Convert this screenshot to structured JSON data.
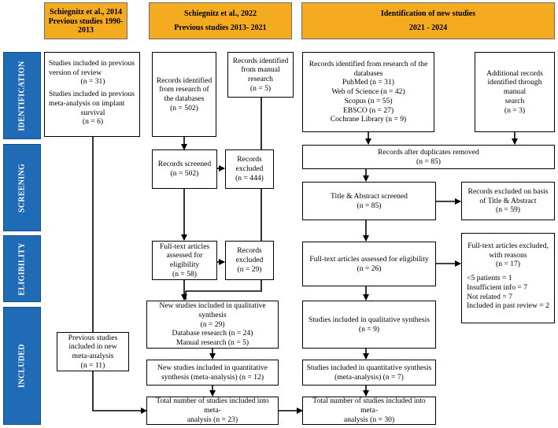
{
  "columns": {
    "col1": {
      "line1": "Schiegnitz et al., 2014",
      "line2": "Previous studies 1990- 2013"
    },
    "col2": {
      "line1": "Schiegnitz et al., 2022",
      "line2": "Previous studies 2013- 2021"
    },
    "col3": {
      "line1": "Identification of new studies",
      "line2": "2021 - 2024"
    }
  },
  "stages": {
    "identification": "IDENTIFICATION",
    "screening": "SCREENING",
    "eligibility": "ELIGIBILITY",
    "included": "INCLUDED"
  },
  "boxes": {
    "previous_review": {
      "a1": "Studies included in previous",
      "a2": "version of review",
      "a3": "(n = 31)",
      "b1": "Studies included in previous",
      "b2": "meta-analysis on implant",
      "b3": "survival",
      "b4": "(n = 6)"
    },
    "db_research_2022": [
      "Records identified",
      "from research of",
      "the databases",
      "(n = 502)"
    ],
    "manual_research_2022": [
      "Records identified",
      "from manual",
      "research",
      "(n = 5)"
    ],
    "screened_2022": [
      "Records screened",
      "(n = 502)"
    ],
    "excluded_2022": [
      "Records",
      "excluded",
      "(n = 444)"
    ],
    "fulltext_2022": [
      "Full-text articles",
      "assessed for",
      "eligibility",
      "(n = 58)"
    ],
    "excluded_ft_2022": [
      "Records",
      "excluded",
      "(n = 29)"
    ],
    "previous_included_2014": [
      "Previous studies",
      "included in new",
      "meta-analysis",
      "(n = 11)"
    ],
    "qualitative_2022": [
      "New studies included in qualitative synthesis",
      "(n = 29)",
      "Database research (n = 24)",
      "Manual research (n = 5)"
    ],
    "quantitative_2022": [
      "New studies included in quantitative",
      "synthesis (meta-analysis) (n = 12)"
    ],
    "total_2022": [
      "Total number of studies included into meta-",
      "analysis (n = 23)"
    ],
    "db_research_new": [
      "Records identified from research of the databases",
      "PubMed (n = 31)",
      "Web of Science (n = 42)",
      "Scopus (n = 55)",
      "EBSCO (n = 27)",
      "Cochrane Library (n = 9)"
    ],
    "manual_new": [
      "Additional records",
      "identified through manual",
      "search",
      "(n = 3)"
    ],
    "duplicates_removed": [
      "Records after duplicates removed",
      "(n = 85)"
    ],
    "title_abstract": [
      "Title & Abstract screened",
      "(n = 85)"
    ],
    "excluded_ta": [
      "Records excluded on basis",
      "of Title & Abstract",
      "(n = 59)"
    ],
    "fulltext_new": [
      "Full-text articles assessed for eligibility",
      "(n = 26)"
    ],
    "excluded_ft_new": {
      "head": [
        "Full-text articles excluded,",
        "with reasons",
        "(n = 17)"
      ],
      "reasons": [
        "<5 patients = 1",
        "Insufficient info = 7",
        "Not related = 7",
        "Included in past review = 2"
      ]
    },
    "qualitative_new": [
      "Studies included in qualitative synthesis",
      "(n = 9)"
    ],
    "quantitative_new": [
      "Studies included in quantitative synthesis",
      "(meta-analysis) (n = 7)"
    ],
    "total_new": [
      "Total number of studies included into meta-",
      "analysis (n = 30)"
    ]
  },
  "colors": {
    "header": "#f5ab1f",
    "stage": "#1f6bb5",
    "stage_text": "#ffffff",
    "line": "#000000"
  }
}
